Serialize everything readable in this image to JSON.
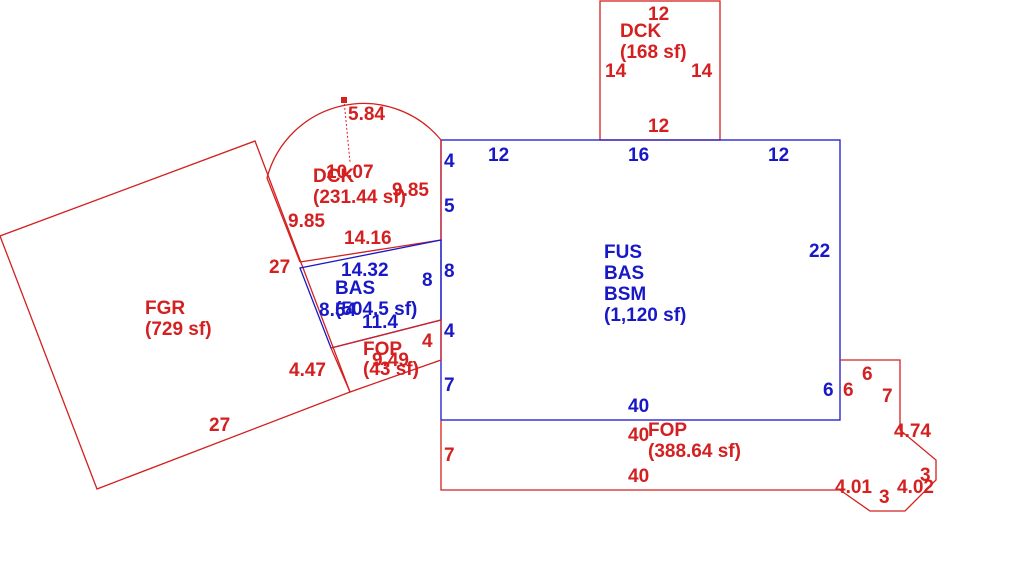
{
  "colors": {
    "red": "#d42020",
    "blue": "#1818c8",
    "background": "#ffffff"
  },
  "areas": {
    "fgr": {
      "code": "FGR",
      "area": "(729 sf)"
    },
    "dck_top": {
      "code": "DCK",
      "area": "(168 sf)"
    },
    "dck_arc": {
      "code": "DCK",
      "area": "(231.44 sf)"
    },
    "bas_small": {
      "code": "BAS",
      "area": "(504.5 sf)"
    },
    "fop_small": {
      "code": "FOP",
      "area": "(43 sf)"
    },
    "main": {
      "code1": "FUS",
      "code2": "BAS",
      "code3": "BSM",
      "area": "(1,120 sf)"
    },
    "fop_bottom": {
      "code": "FOP",
      "area": "(388.64 sf)"
    }
  },
  "dims": {
    "dck_top_top": "12",
    "dck_top_left": "14",
    "dck_top_right": "14",
    "dck_top_bottom": "12",
    "main_top_left": "12",
    "main_top_mid": "16",
    "main_top_right": "12",
    "main_right": "22",
    "main_bottom": "40",
    "main_left_a": "4",
    "main_left_b": "5",
    "main_left_c": "8",
    "main_left_d": "4",
    "main_left_e": "7",
    "main_right_step": "6",
    "arc_radius": "5.84",
    "arc_chord": "10.07",
    "arc_left": "9.85",
    "arc_right": "9.85",
    "arc_bottom": "14.16",
    "fgr_top": "27",
    "fgr_bottom": "27",
    "fgr_side": "4.47",
    "bas_top": "14.32",
    "bas_right": "8",
    "bas_left": "8.54",
    "bas_bottom": "11.4",
    "fop_small_right": "4",
    "fop_small_bottom": "9.49",
    "fop_bottom_top": "40",
    "fop_bottom_bottom": "40",
    "fop_bottom_left": "7",
    "fop_right_a": "6",
    "fop_right_b": "6",
    "fop_right_c": "7",
    "fop_right_d": "4.74",
    "fop_right_e": "3",
    "fop_right_f": "4.02",
    "fop_right_g": "3",
    "fop_right_h": "4.01"
  }
}
